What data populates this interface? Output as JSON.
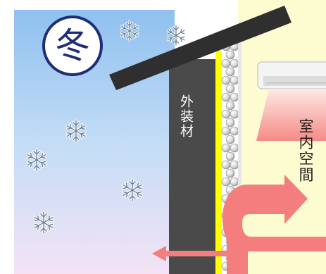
{
  "season_label": "冬",
  "wall_label": "外装材",
  "room_label": "室内空間",
  "colors": {
    "sky_top": "#8fc0ef",
    "sky_bottom": "#f3e3f5",
    "wall": "#4a4a4a",
    "roof": "#2f2f2f",
    "insulation_yellow": "#ffff00",
    "room": "#fdfbd0",
    "airflow": "#f47e7e",
    "season_mark": "#1f2d78"
  },
  "icons": {
    "snow": "snowflake-icon",
    "ac": "air-conditioner-icon"
  }
}
